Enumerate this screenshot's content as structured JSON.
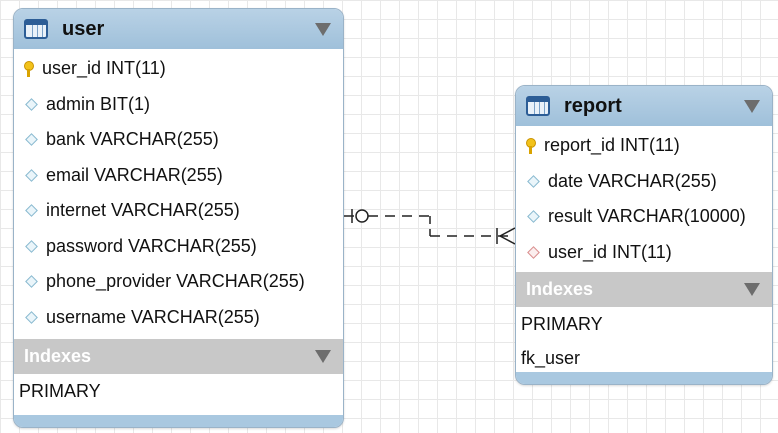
{
  "tables": {
    "user": {
      "title": "user",
      "columns": [
        "user_id INT(11)",
        "admin BIT(1)",
        "bank VARCHAR(255)",
        "email VARCHAR(255)",
        "internet VARCHAR(255)",
        "password VARCHAR(255)",
        "phone_provider VARCHAR(255)",
        "username VARCHAR(255)"
      ],
      "indexes_label": "Indexes",
      "indexes": [
        "PRIMARY"
      ]
    },
    "report": {
      "title": "report",
      "columns": [
        "report_id INT(11)",
        "date VARCHAR(255)",
        "result VARCHAR(10000)",
        "user_id INT(11)"
      ],
      "indexes_label": "Indexes",
      "indexes": [
        "PRIMARY",
        "fk_user"
      ]
    }
  },
  "icons": {
    "table": "table-icon",
    "primary_key": "key-icon",
    "column": "diamond-icon",
    "foreign_key": "foreign-key-diamond-icon",
    "collapse": "collapse-arrow-icon"
  },
  "colors": {
    "header": "#a9c8e0",
    "index_header": "#c8c8c8",
    "table_icon": "#2c5d96"
  }
}
